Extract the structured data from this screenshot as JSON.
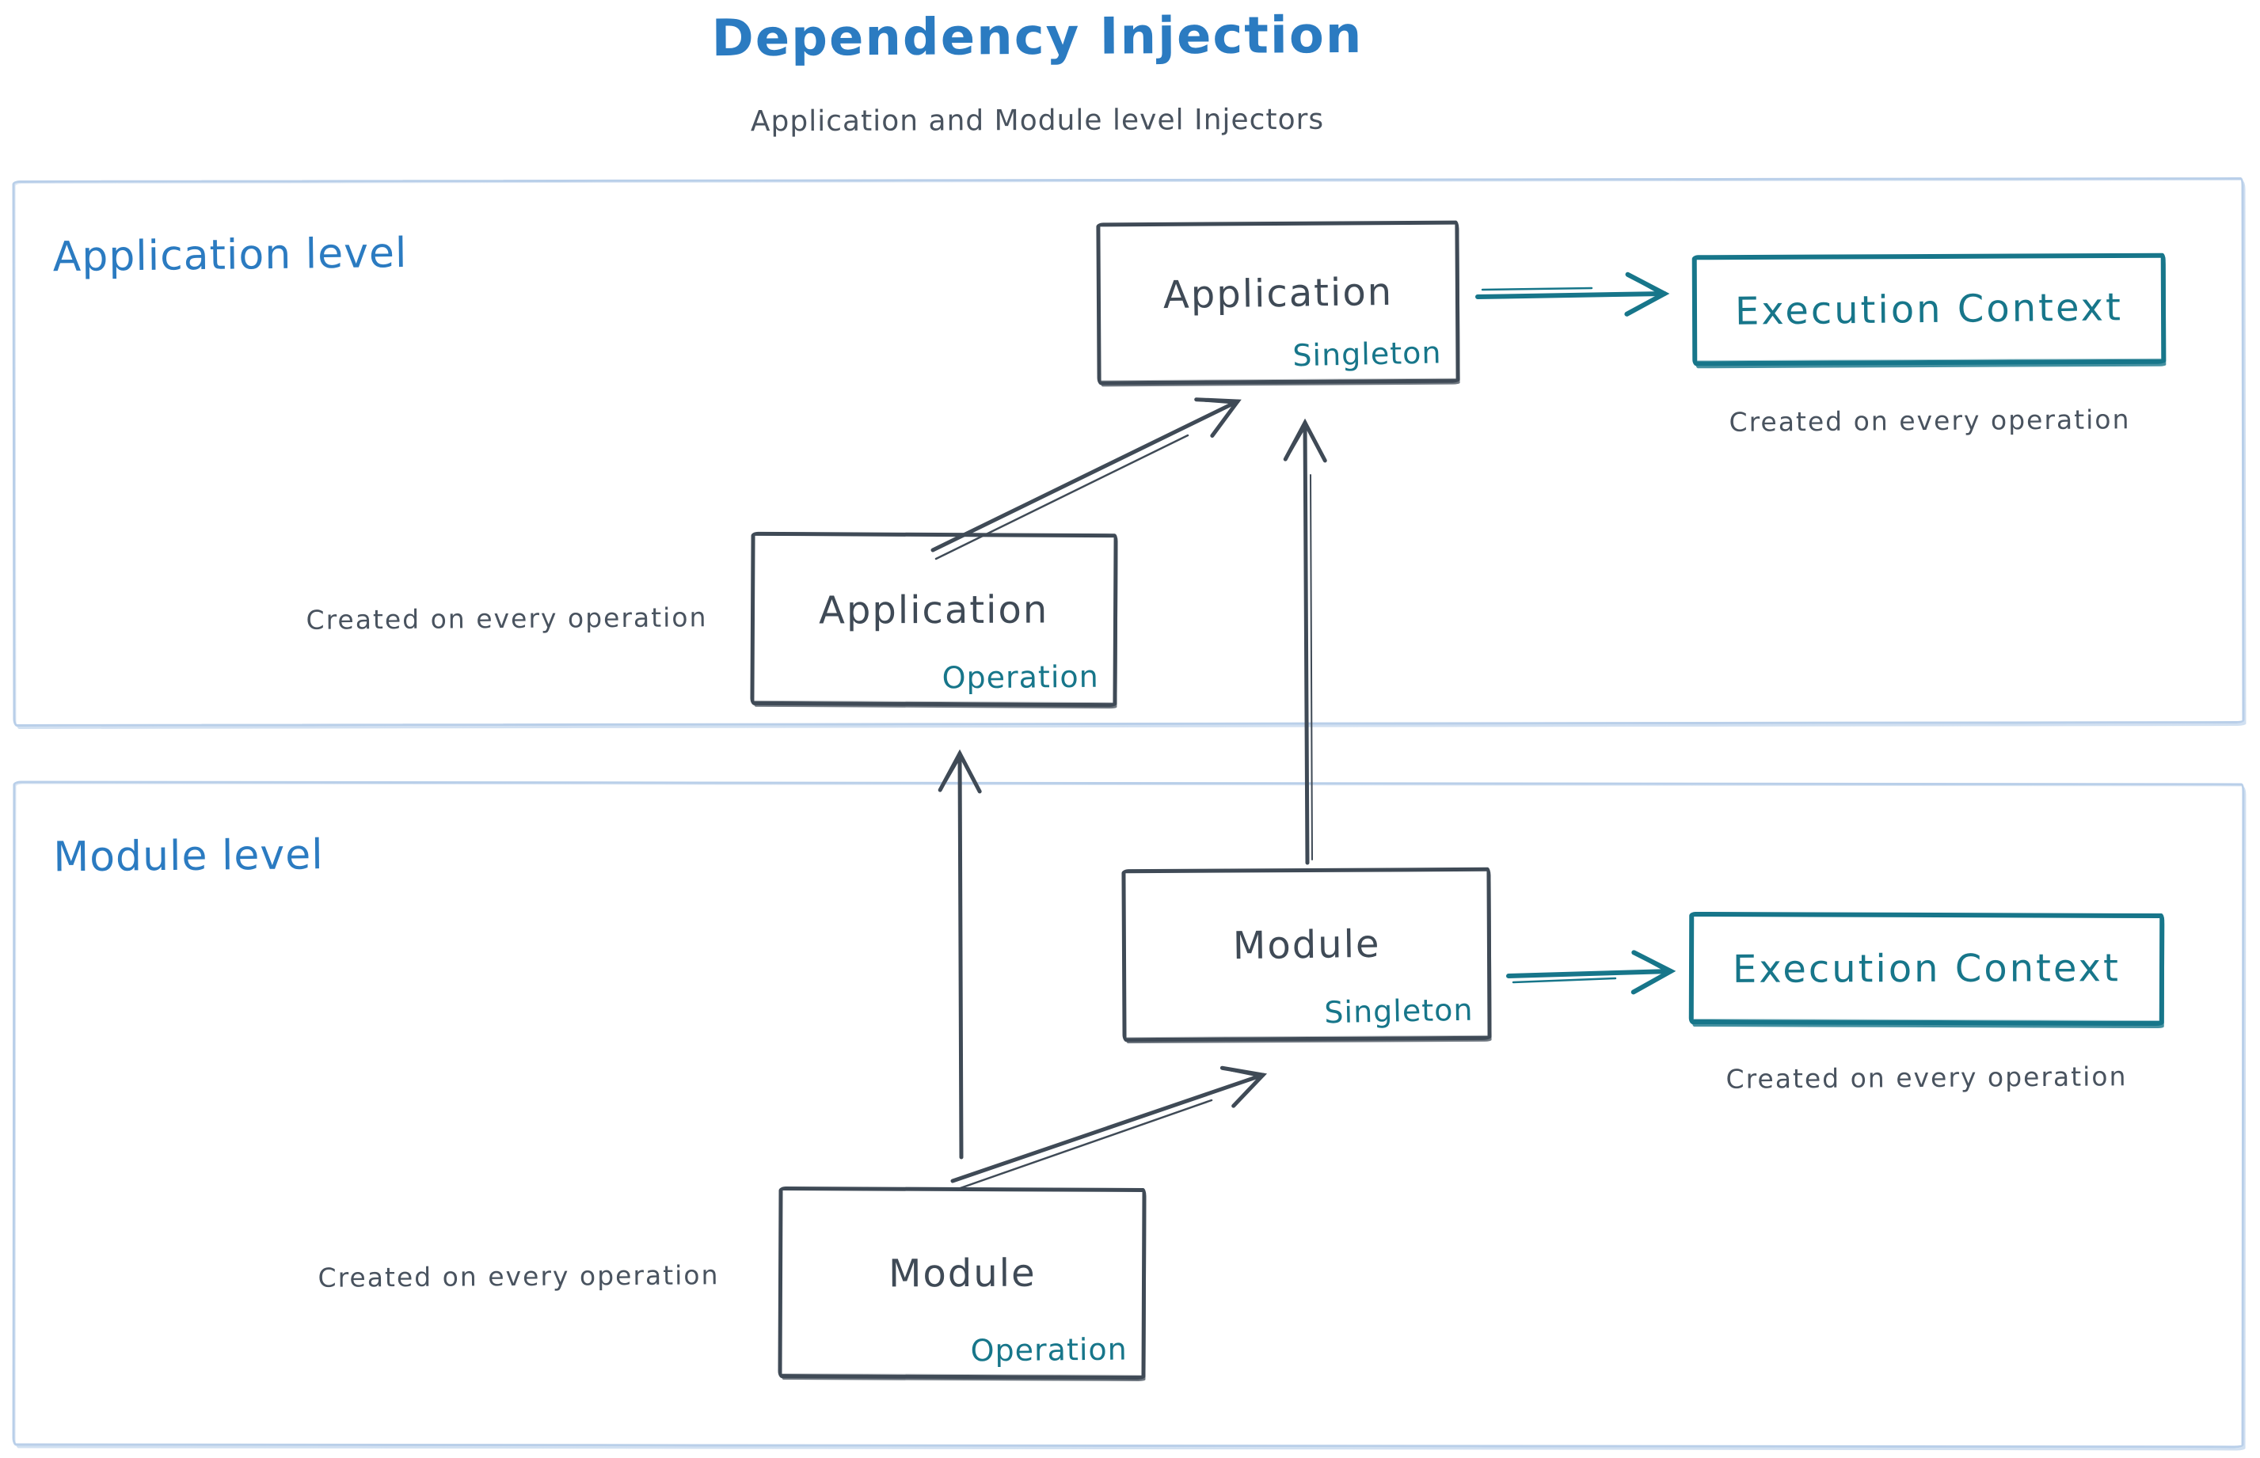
{
  "title": "Dependency Injection",
  "subtitle": "Application and Module level Injectors",
  "colors": {
    "title_blue": "#2b7bc1",
    "teal": "#17768a",
    "dark_stroke": "#3f4a56",
    "caption_gray": "#49535f",
    "container_border": "#b9cfe9",
    "background": "#ffffff"
  },
  "application_level": {
    "label": "Application level",
    "singleton_box": {
      "title": "Application",
      "tag": "Singleton"
    },
    "operation_box": {
      "title": "Application",
      "tag": "Operation"
    },
    "execution_context_box": {
      "label": "Execution Context"
    },
    "caption_left": "Created on every operation",
    "caption_right": "Created on every operation"
  },
  "module_level": {
    "label": "Module level",
    "singleton_box": {
      "title": "Module",
      "tag": "Singleton"
    },
    "operation_box": {
      "title": "Module",
      "tag": "Operation"
    },
    "execution_context_box": {
      "label": "Execution Context"
    },
    "caption_left": "Created on every operation",
    "caption_right": "Created on every operation"
  }
}
